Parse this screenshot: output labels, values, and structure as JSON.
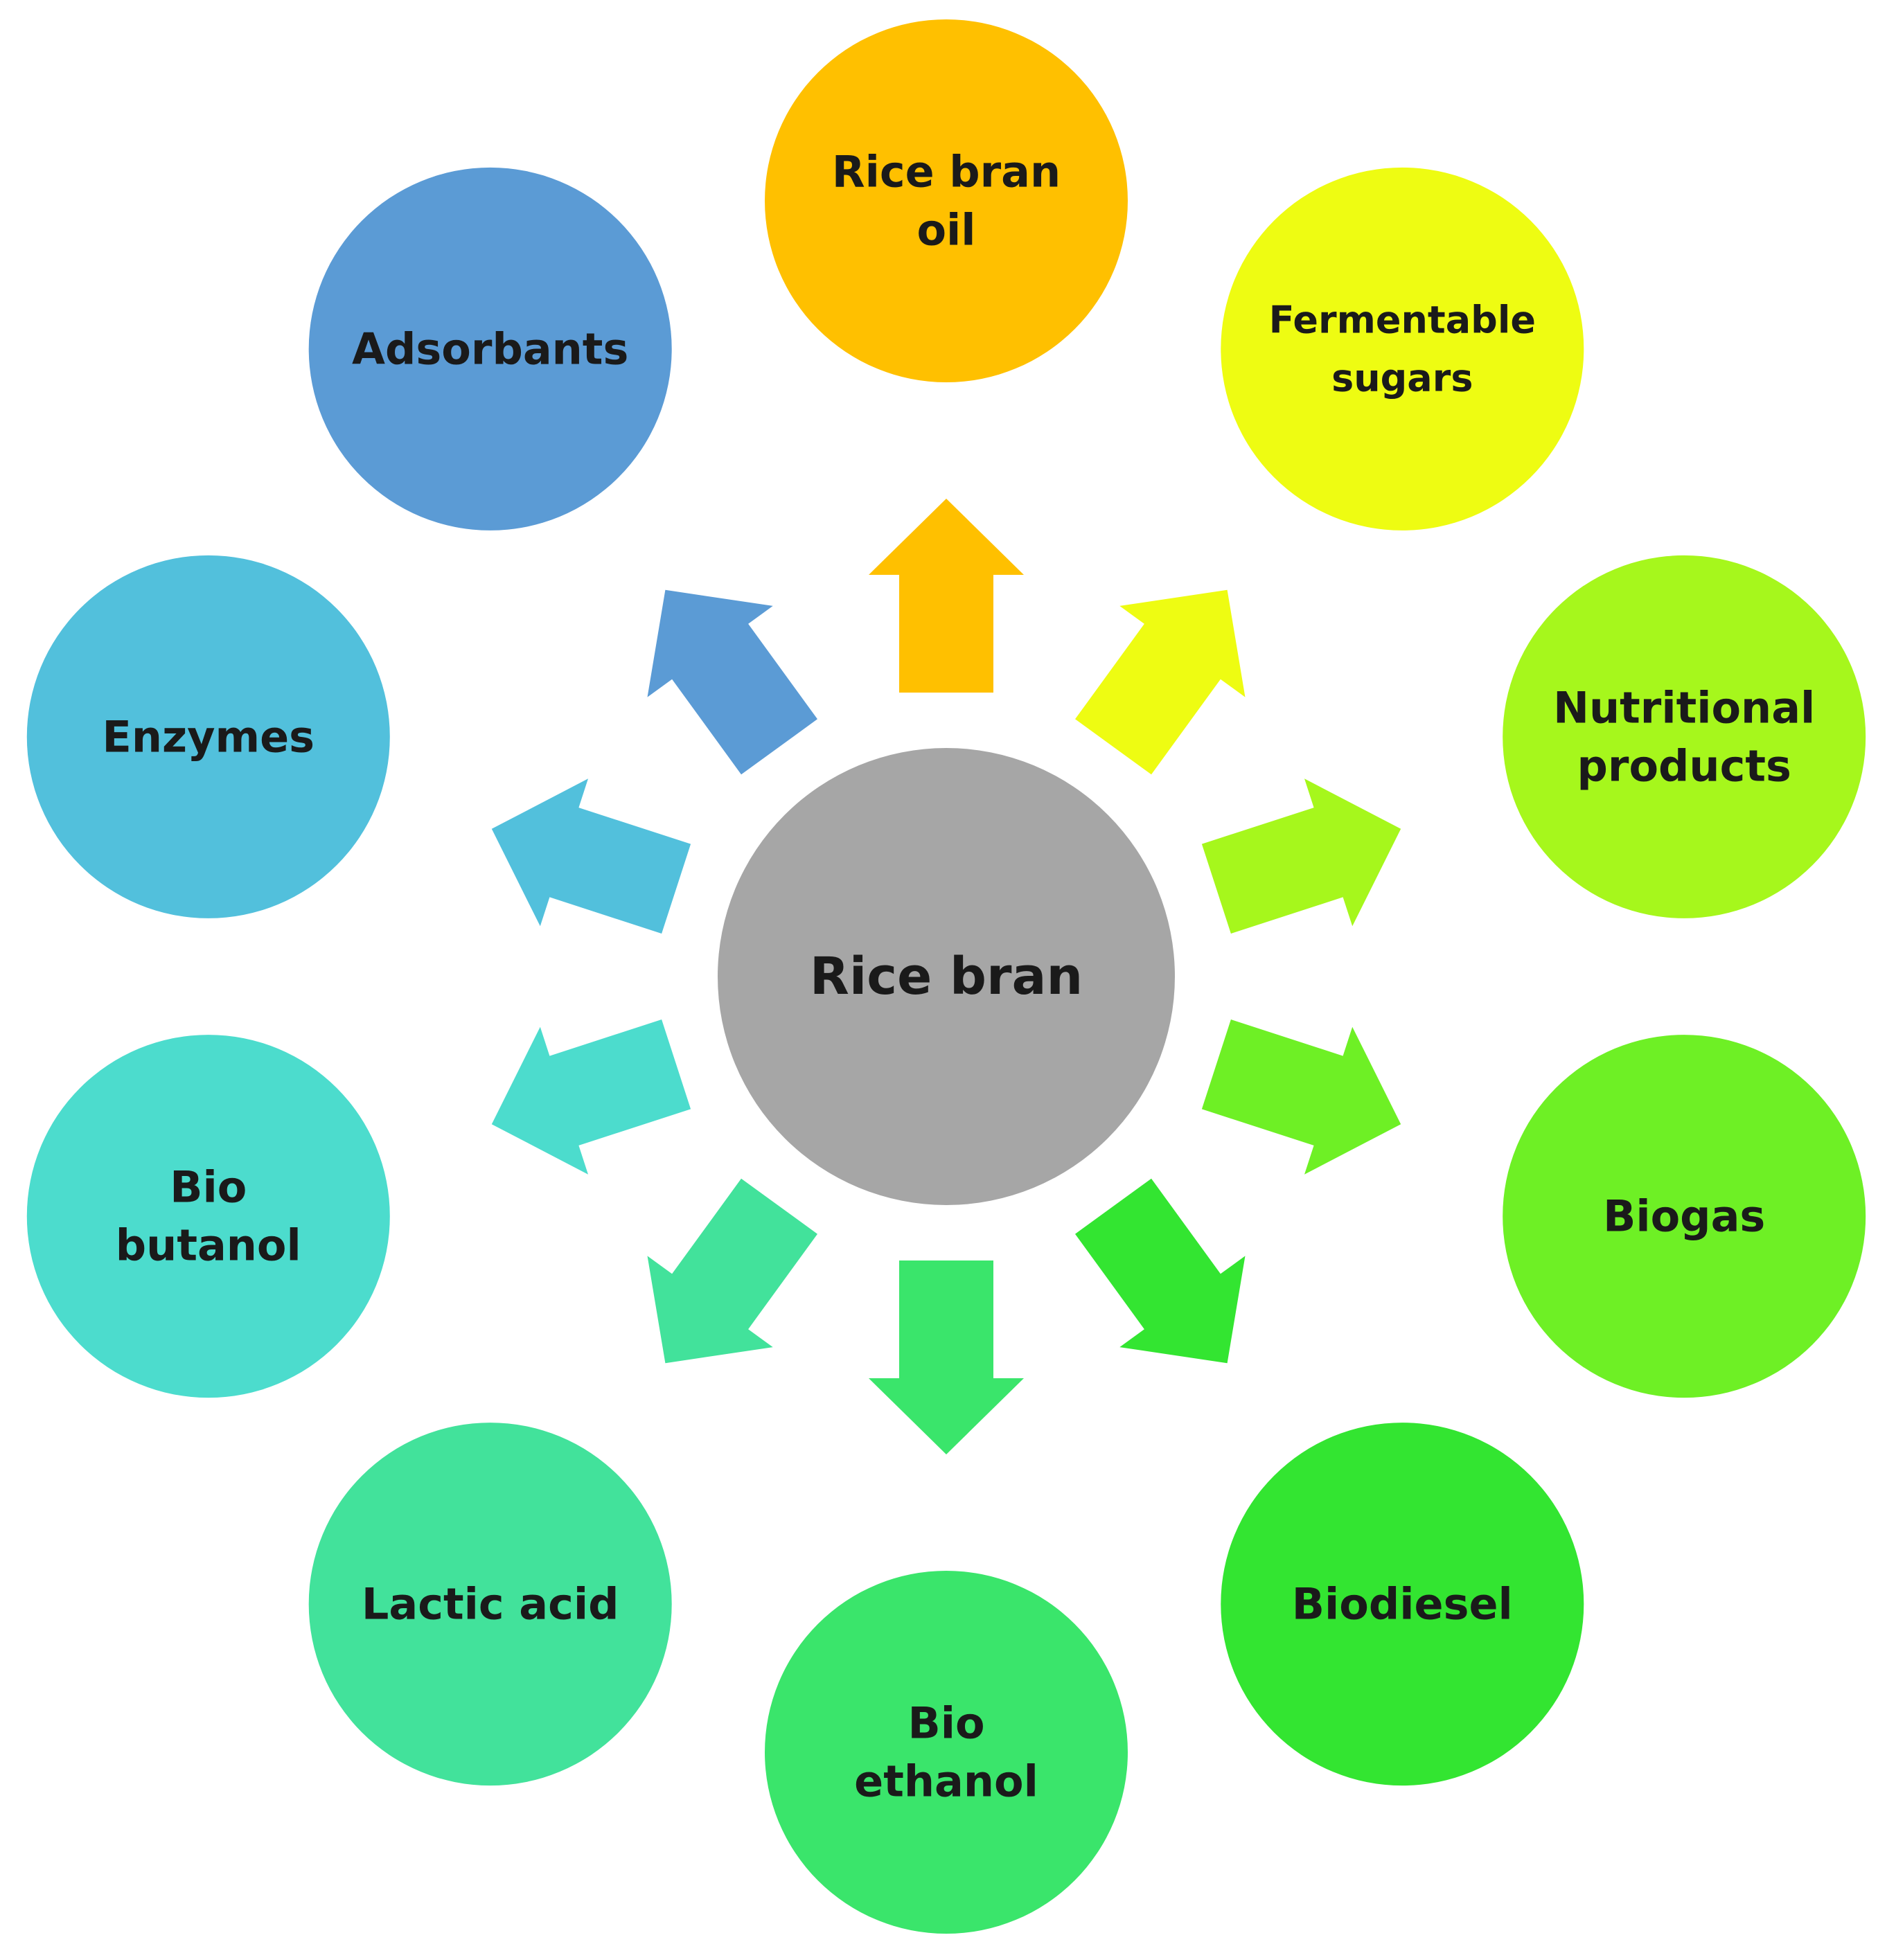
{
  "center": {
    "label": "Rice bran",
    "color": "#a6a6a6"
  },
  "products": [
    {
      "id": "rice-bran-oil",
      "lines": [
        "Rice bran",
        "oil"
      ],
      "color": "#ffc000"
    },
    {
      "id": "fermentable-sugars",
      "lines": [
        "Fermentable",
        "sugars"
      ],
      "color": "#eefc12"
    },
    {
      "id": "nutritional-products",
      "lines": [
        "Nutritional",
        "products"
      ],
      "color": "#a6f71c"
    },
    {
      "id": "biogas",
      "lines": [
        "Biogas"
      ],
      "color": "#6ef025"
    },
    {
      "id": "biodiesel",
      "lines": [
        "Biodiesel"
      ],
      "color": "#33e531"
    },
    {
      "id": "bio-ethanol",
      "lines": [
        "Bio",
        "ethanol"
      ],
      "color": "#3ae56b"
    },
    {
      "id": "lactic-acid",
      "lines": [
        "Lactic acid"
      ],
      "color": "#42e29b"
    },
    {
      "id": "bio-butanol",
      "lines": [
        "Bio",
        "butanol"
      ],
      "color": "#4cdccd"
    },
    {
      "id": "enzymes",
      "lines": [
        "Enzymes"
      ],
      "color": "#52c0dc"
    },
    {
      "id": "adsorbants",
      "lines": [
        "Adsorbants"
      ],
      "color": "#5b9bd5"
    }
  ]
}
